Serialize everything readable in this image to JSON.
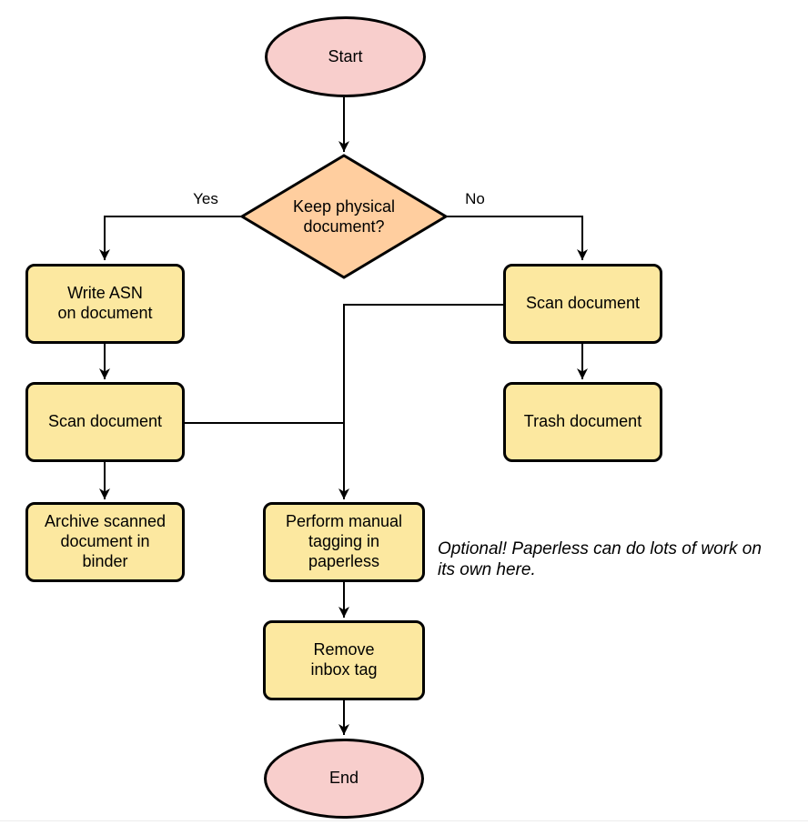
{
  "nodes": {
    "start": {
      "label": "Start",
      "shape": "terminal"
    },
    "decision": {
      "label": "Keep physical\ndocument?",
      "shape": "decision"
    },
    "write_asn": {
      "label": "Write ASN\non document",
      "shape": "process"
    },
    "scan_left": {
      "label": "Scan document",
      "shape": "process"
    },
    "archive": {
      "label": "Archive scanned\ndocument in\nbinder",
      "shape": "process"
    },
    "scan_right": {
      "label": "Scan document",
      "shape": "process"
    },
    "trash": {
      "label": "Trash document",
      "shape": "process"
    },
    "tagging": {
      "label": "Perform manual\ntagging in\npaperless",
      "shape": "process"
    },
    "remove_inbox": {
      "label": "Remove\ninbox tag",
      "shape": "process"
    },
    "end": {
      "label": "End",
      "shape": "terminal"
    }
  },
  "edge_labels": {
    "yes": "Yes",
    "no": "No"
  },
  "annotation": {
    "text": "Optional! Paperless can do lots of work on\nits own here."
  },
  "colors": {
    "terminal_fill": "#f8cecc",
    "decision_fill": "#ffce9f",
    "process_fill": "#fce8a0",
    "stroke": "#000000",
    "canvas_bg": "#ffffff"
  }
}
